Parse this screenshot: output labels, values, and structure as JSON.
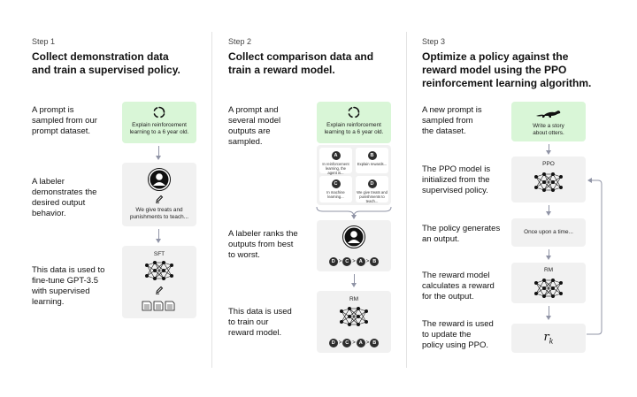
{
  "steps": [
    {
      "step_label": "Step 1",
      "title_line1": "Collect demonstration data",
      "title_line2": "and train a supervised policy.",
      "desc1": [
        "A prompt is",
        "sampled from our",
        "prompt dataset."
      ],
      "desc2": [
        "A labeler",
        "demonstrates the",
        "desired output",
        "behavior."
      ],
      "desc3": [
        "This data is used to",
        "fine-tune GPT-3.5",
        "with supervised",
        "learning."
      ],
      "prompt_card": [
        "Explain reinforcement",
        "learning to a 6 year old."
      ],
      "labeler_card": [
        "We give treats and",
        "punishments to teach..."
      ],
      "model_label": "SFT"
    },
    {
      "step_label": "Step 2",
      "title_line1": "Collect comparison data and",
      "title_line2": "train a reward model.",
      "desc1": [
        "A prompt and",
        "several model",
        "outputs are",
        "sampled."
      ],
      "desc2": [
        "A labeler ranks the",
        "outputs from best",
        "to worst."
      ],
      "desc3": [
        "This data is used",
        "to train our",
        "reward model."
      ],
      "prompt_card": [
        "Explain reinforcement",
        "learning to a 6 year old."
      ],
      "outputs": [
        {
          "letter": "A",
          "text": [
            "In reinforcement",
            "learning, the",
            "agent is..."
          ]
        },
        {
          "letter": "B",
          "text": [
            "Explain rewards..."
          ]
        },
        {
          "letter": "C",
          "text": [
            "In machine",
            "learning..."
          ]
        },
        {
          "letter": "D",
          "text": [
            "We give treats and",
            "punishments to",
            "teach..."
          ]
        }
      ],
      "ranking": [
        "D",
        "C",
        "A",
        "B"
      ],
      "model_label": "RM"
    },
    {
      "step_label": "Step 3",
      "title_line1": "Optimize a policy against the",
      "title_line2": "reward model using the PPO",
      "title_line3": "reinforcement learning algorithm.",
      "desc1": [
        "A new prompt is",
        "sampled from",
        "the dataset."
      ],
      "desc2": [
        "The PPO model is",
        "initialized from the",
        "supervised policy."
      ],
      "desc3": [
        "The policy generates",
        "an output."
      ],
      "desc4": [
        "The reward model",
        "calculates a reward",
        "for the output."
      ],
      "desc5": [
        "The reward is used",
        "to update the",
        "policy using PPO."
      ],
      "prompt_card": [
        "Write a story",
        "about otters."
      ],
      "ppo_label": "PPO",
      "output_text": "Once upon a time...",
      "rm_label": "RM",
      "reward_symbol": "r",
      "reward_subscript": "k"
    }
  ],
  "colors": {
    "green_card": "#d9f6d7",
    "gray_card": "#f1f1f1",
    "arrow": "#9094a6",
    "dark_chip": "#2d2d2d"
  },
  "icons": [
    "openai-logo-icon",
    "user-avatar-icon",
    "pencil-icon",
    "document-icon",
    "neural-network-icon",
    "otter-icon"
  ]
}
